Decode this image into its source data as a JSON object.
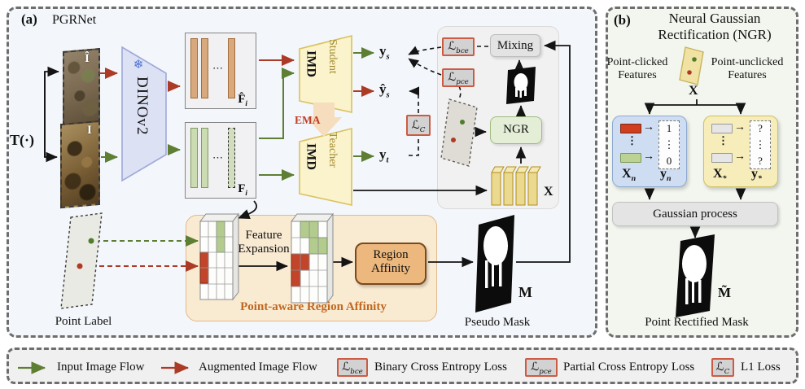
{
  "colors": {
    "panel_a_bg": "#f3f6fa",
    "panel_b_bg": "#f2f6ee",
    "legend_bg": "#f0f0f0",
    "dashed_border": "#6e6e6e",
    "input_flow_green": "#5d7e33",
    "augmented_flow_red": "#ab3b26",
    "dino_fill": "#dce2f4",
    "dino_border": "#9fa8d9",
    "snowflake_blue": "#4d6fd1",
    "imd_fill": "#fbf3cb",
    "imd_border": "#d9c261",
    "role_text": "#a18a2f",
    "ema_text": "#c03d28",
    "ema_arrow": "#f5ddbe",
    "loss_fill": "#d2d2d2",
    "loss_border": "#cd5b44",
    "mixing_fill": "#e3e3e3",
    "ngr_fill": "#e4eed6",
    "ngr_border": "#9fbc80",
    "x_slab_fill": "#ead98f",
    "x_slab_border": "#b09020",
    "feat_aug_slab": "#d8a97c",
    "feat_in_slab": "#ccdcb2",
    "pra_fill": "#f9ead2",
    "pra_border": "#e3b98b",
    "pra_text": "#c06820",
    "ra_fill": "#edb87e",
    "ra_border": "#7a4a1e",
    "clicked_fill": "#cfddf2",
    "clicked_border": "#8fa9cf",
    "unclicked_fill": "#f6edba",
    "unclicked_border": "#cfc064",
    "pos_cuboid": "#cf3f1f",
    "neg_cuboid": "#bcd294",
    "unk_cuboid": "#e6e6e6",
    "gp_fill": "#e4e4e4"
  },
  "panel_a": {
    "tag": "(a)",
    "title": "PGRNet",
    "transform_label": "T(·)",
    "aug_image_label": "Î",
    "input_image_label": "I",
    "encoder_label": "DINOv2",
    "snowflake_icon": "❄",
    "feat_dots": "⋯",
    "feat_aug": {
      "base": "F̂",
      "sub": "i"
    },
    "feat_in": {
      "base": "F",
      "sub": "i"
    },
    "student": {
      "role": "Student",
      "name": "IMD"
    },
    "teacher": {
      "role": "Teacher",
      "name": "IMD"
    },
    "ema": "EMA",
    "out_ys": {
      "base": "y",
      "sub": "s"
    },
    "out_yhat": {
      "base": "ŷ",
      "sub": "s"
    },
    "out_yt": {
      "base": "y",
      "sub": "t"
    },
    "loss_bce": {
      "base": "ℒ",
      "sub": "bce"
    },
    "loss_pce": {
      "base": "ℒ",
      "sub": "pce"
    },
    "loss_c": {
      "base": "ℒ",
      "sub": "C"
    },
    "mixing": "Mixing",
    "ngr": "NGR",
    "x_label": "X",
    "pra": {
      "title": "Point-aware Region Affinity",
      "feature_expansion": [
        "Feature",
        "Expansion"
      ],
      "region_affinity": [
        "Region",
        "Affinity"
      ]
    },
    "pseudo_mask": {
      "symbol": "M",
      "caption": "Pseudo Mask"
    },
    "point_label_caption": "Point Label"
  },
  "panel_b": {
    "tag": "(b)",
    "title": [
      "Neural Gaussian",
      "Rectification (NGR)"
    ],
    "clicked_label": [
      "Point-clicked",
      "Features"
    ],
    "unclicked_label": [
      "Point-unclicked",
      "Features"
    ],
    "x_label": "X",
    "map_arrow": "→",
    "clicked_box": {
      "values": [
        "1",
        "⋮",
        "0"
      ],
      "dots": "⋮",
      "x": {
        "base": "X",
        "sub": "n"
      },
      "y": {
        "base": "y",
        "sub": "n"
      }
    },
    "unclicked_box": {
      "values": [
        "?",
        "⋮",
        "?"
      ],
      "dots": "⋮",
      "x": {
        "base": "X",
        "sub": "*"
      },
      "y": {
        "base": "y",
        "sub": "*"
      }
    },
    "gp_label": "Gaussian process",
    "mask": {
      "symbol": "M̃",
      "caption": "Point Rectified Mask"
    }
  },
  "legend": {
    "input_flow": "Input Image Flow",
    "aug_flow": "Augmented Image Flow",
    "bce": {
      "base": "ℒ",
      "sub": "bce",
      "desc": "Binary Cross Entropy Loss"
    },
    "pce": {
      "base": "ℒ",
      "sub": "pce",
      "desc": "Partial Cross Entropy Loss"
    },
    "l1": {
      "base": "ℒ",
      "sub": "C",
      "desc": "L1 Loss"
    }
  }
}
